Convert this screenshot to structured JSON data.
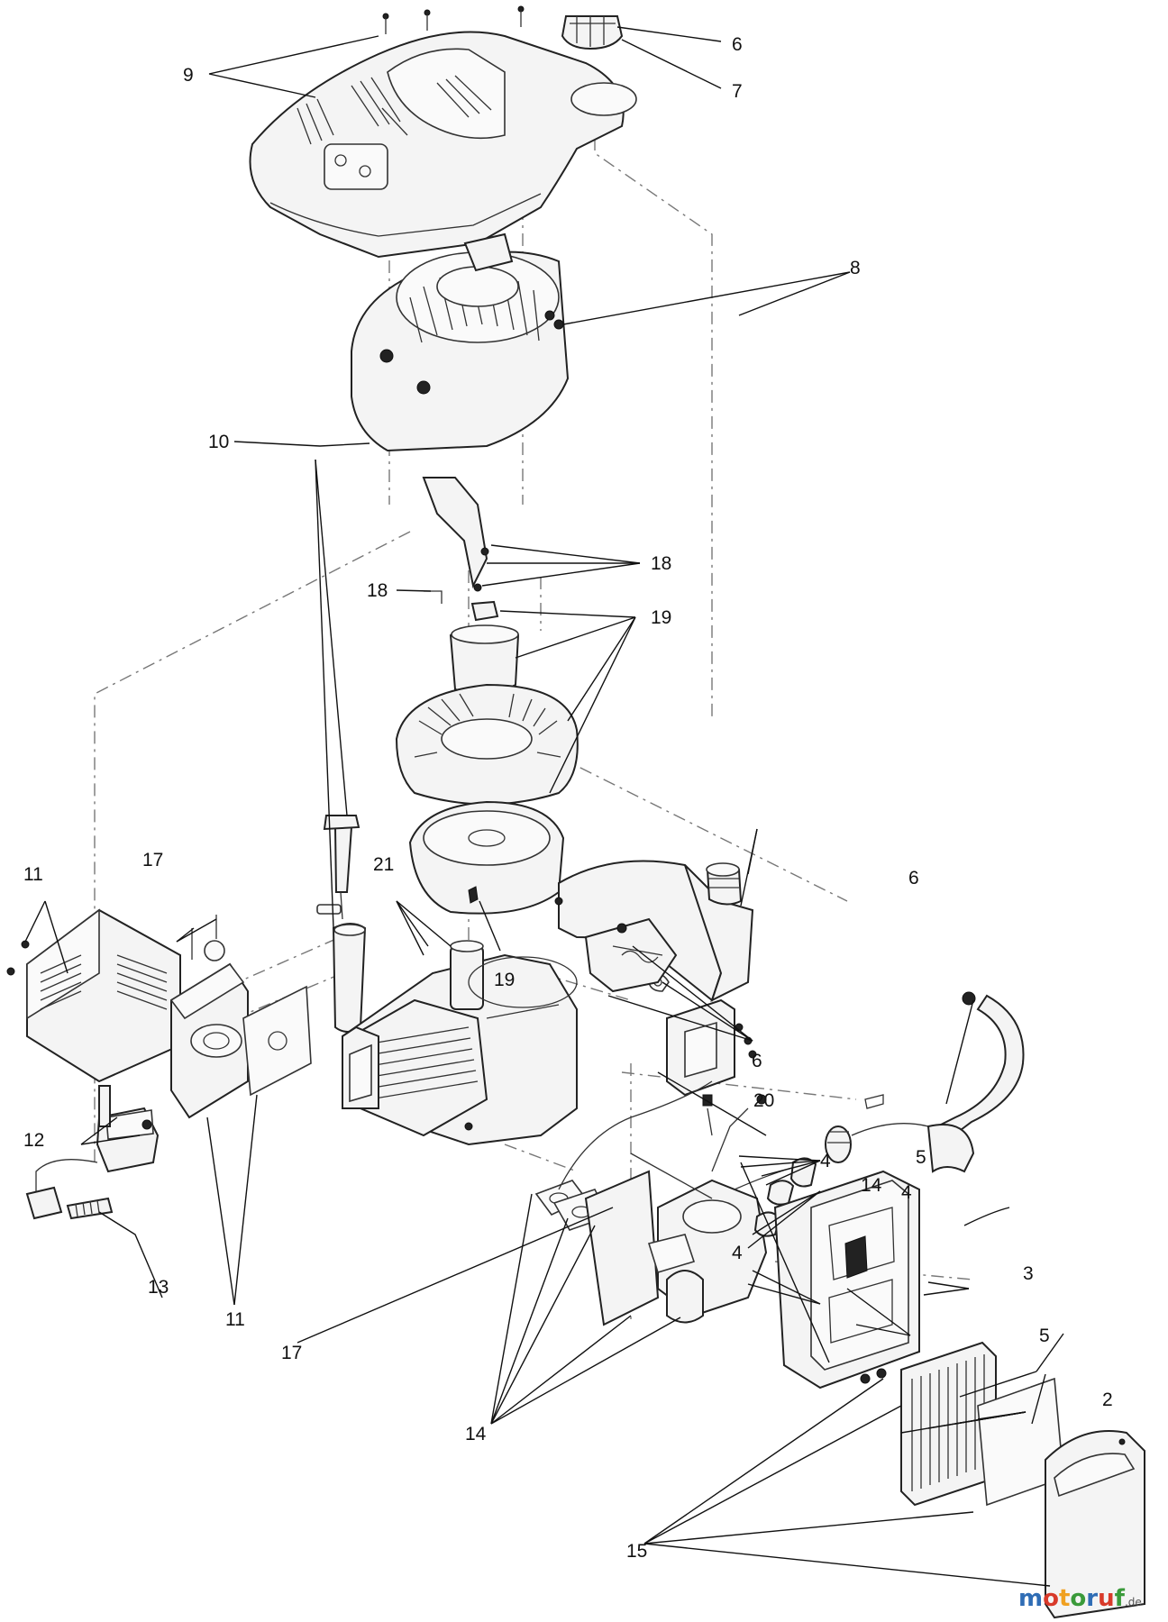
{
  "labels": {
    "l9": "9",
    "l6a": "6",
    "l7": "7",
    "l8": "8",
    "l18a": "18",
    "l18b": "18",
    "l19a": "19",
    "l10": "10",
    "l6b": "6",
    "l11a": "11",
    "l17a": "17",
    "l21": "21",
    "l19b": "19",
    "l6c": "6",
    "l20": "20",
    "l12": "12",
    "l5a": "5",
    "l4a": "4",
    "l14a": "14",
    "l4b": "4",
    "l4c": "4",
    "l13": "13",
    "l11b": "11",
    "l3": "3",
    "l17b": "17",
    "l5b": "5",
    "l2": "2",
    "l14b": "14",
    "l15": "15"
  },
  "watermark": {
    "brand_letters": [
      "m",
      "o",
      "t",
      "o",
      "r",
      "u",
      "f"
    ],
    "brand_colors": [
      "#2f6db5",
      "#d83a2a",
      "#f0a020",
      "#3a9a3a",
      "#2f6db5",
      "#d83a2a",
      "#3a9a3a"
    ],
    "suffix": ".de"
  }
}
